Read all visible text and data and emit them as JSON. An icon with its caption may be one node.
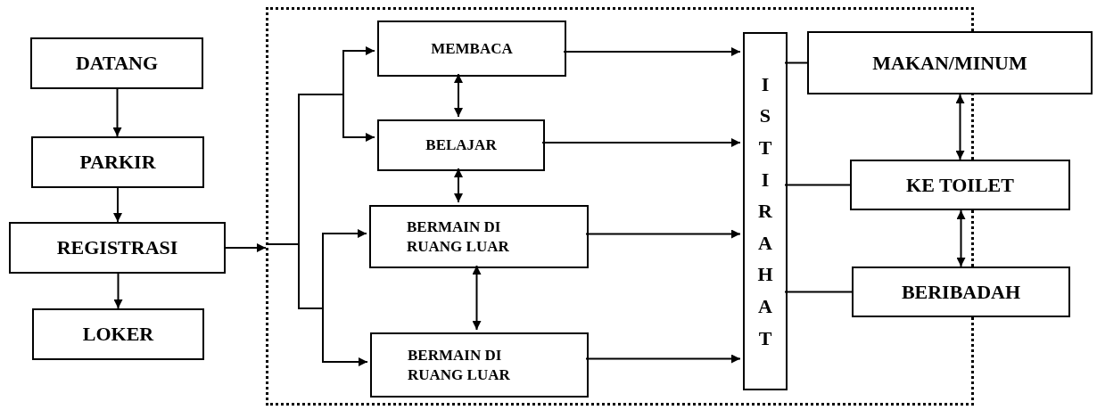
{
  "diagram": {
    "nodes": [
      {
        "text": [
          "DATANG"
        ]
      },
      {
        "text": [
          "PARKIR"
        ]
      },
      {
        "text": [
          "REGISTRASI"
        ]
      },
      {
        "text": [
          "LOKER"
        ]
      },
      {
        "text": [],
        "shape": "box"
      },
      {
        "text": [
          "MEMBACA"
        ],
        "in": 4
      },
      {
        "text": [
          "BELAJAR"
        ],
        "in": 4
      },
      {
        "text": [
          "BERMAIN DI RUANG LUAR"
        ],
        "in": 4
      },
      {
        "text": [
          "BERMAIN DI RUANG LUAR"
        ],
        "in": 4
      },
      {
        "text": [
          "ISTIRAHAT"
        ],
        "in": 4
      },
      {
        "text": [
          "MAKAN/MINUM"
        ]
      },
      {
        "text": [
          "KE TOILET"
        ]
      },
      {
        "text": [
          "BERIBADAH"
        ]
      }
    ],
    "edges": [
      {
        "from": 0,
        "to": 1,
        "arrow": "to"
      },
      {
        "from": 1,
        "to": 2,
        "arrow": "to"
      },
      {
        "from": 2,
        "to": 3,
        "arrow": "to"
      },
      {
        "from": 2,
        "to": 4,
        "arrow": "to"
      },
      {
        "from": 4,
        "to": 5,
        "arrow": "to"
      },
      {
        "from": 4,
        "to": 6,
        "arrow": "to"
      },
      {
        "from": 4,
        "to": 7,
        "arrow": "to"
      },
      {
        "from": 4,
        "to": 8,
        "arrow": "to"
      },
      {
        "from": 5,
        "to": 6,
        "arrow": "both"
      },
      {
        "from": 6,
        "to": 7,
        "arrow": "both"
      },
      {
        "from": 7,
        "to": 8,
        "arrow": "both"
      },
      {
        "from": 5,
        "to": 9,
        "arrow": "to"
      },
      {
        "from": 6,
        "to": 9,
        "arrow": "to"
      },
      {
        "from": 7,
        "to": 9,
        "arrow": "to"
      },
      {
        "from": 8,
        "to": 9,
        "arrow": "to"
      },
      {
        "from": 9,
        "to": 10,
        "arrow": "none"
      },
      {
        "from": 9,
        "to": 11,
        "arrow": "none"
      },
      {
        "from": 9,
        "to": 12,
        "arrow": "none"
      },
      {
        "from": 10,
        "to": 11,
        "arrow": "both"
      },
      {
        "from": 11,
        "to": 12,
        "arrow": "both"
      }
    ]
  }
}
